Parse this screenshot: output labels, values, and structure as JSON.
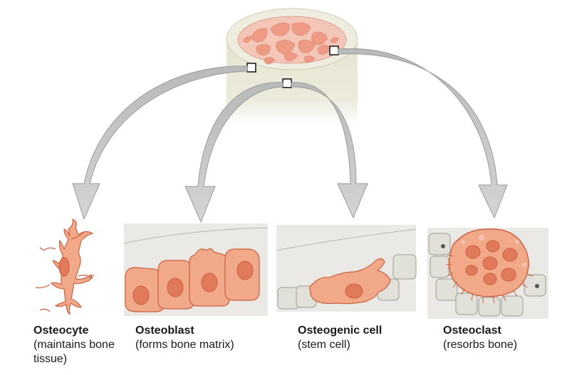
{
  "cells": [
    {
      "name": "Osteocyte",
      "description": "(maintains bone tissue)"
    },
    {
      "name": "Osteoblast",
      "description": "(forms bone matrix)"
    },
    {
      "name": "Osteogenic cell",
      "description": "(stem cell)"
    },
    {
      "name": "Osteoclast",
      "description": "(resorbs bone)"
    }
  ],
  "colors": {
    "cell_fill": "#f2a98a",
    "cell_stroke": "#c9603e",
    "nucleus": "#e07a5a",
    "arrow_fill": "#c8c8c8",
    "bone_shaft": "#ebeadb",
    "marrow": "#ee9a85"
  }
}
